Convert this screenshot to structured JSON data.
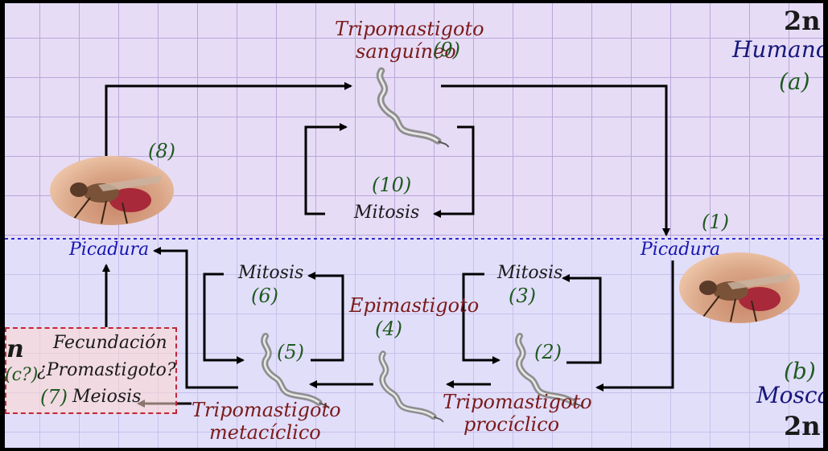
{
  "labels": {
    "trypo_blood_1": "Tripomastigoto",
    "trypo_blood_2": "sanguíneo",
    "n9": "(9)",
    "n10": "(10)",
    "mitosis_top": "Mitosis",
    "n8": "(8)",
    "n1": "(1)",
    "picadura_left": "Picadura",
    "picadura_right": "Picadura",
    "mitosis_left": "Mitosis",
    "n6": "(6)",
    "mitosis_right": "Mitosis",
    "n3": "(3)",
    "epi": "Epimastigoto",
    "n4": "(4)",
    "n5": "(5)",
    "n2": "(2)",
    "fecundacion": "Fecundación",
    "promastigoto": "¿Promastigoto?",
    "n7": "(7)",
    "meiosis": "Meiosis",
    "n_letter": "n",
    "c_q": "(c?)",
    "trypo_meta_1": "Tripomastigoto",
    "trypo_meta_2": "metacíclico",
    "trypo_proc_1": "Tripomastigoto",
    "trypo_proc_2": "procíclico",
    "two_n_top": "2n",
    "humano": "Humano",
    "a": "(a)",
    "b": "(b)",
    "mosca": "Mosca",
    "two_n_bottom": "2n"
  },
  "colors": {
    "stage_bg": "#e6dcf6",
    "grid": "#b9a7d9",
    "divider": "#2a2ad0",
    "box_border": "#c0263a"
  },
  "icons": {
    "parasite": "trypanosome-icon",
    "fly": "tsetse-fly-icon"
  }
}
